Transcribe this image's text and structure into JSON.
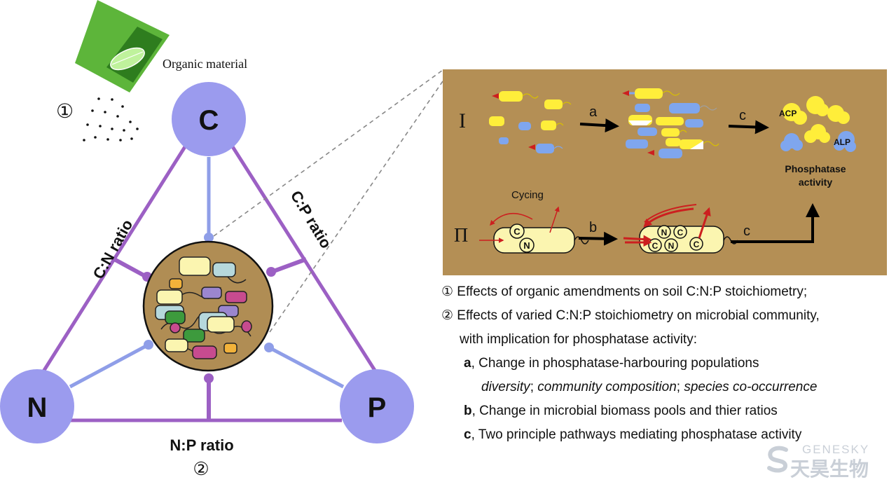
{
  "organic_material_label": "Organic material",
  "marker_1": "①",
  "marker_2": "②",
  "nodes": {
    "c": "C",
    "n": "N",
    "p": "P"
  },
  "ratios": {
    "cn": "C:N ratio",
    "cp": "C:P ratio",
    "np": "N:P ratio"
  },
  "panel": {
    "row_i": "I",
    "row_ii": "Π",
    "arrow_a": "a",
    "arrow_b": "b",
    "arrow_c1": "c",
    "arrow_c2": "c",
    "acp": "ACP",
    "alp": "ALP",
    "phosphatase_line1": "Phosphatase",
    "phosphatase_line2": "activity",
    "cycing": "Cycing",
    "cell1": [
      "C",
      "N"
    ],
    "cell2": [
      "N",
      "C",
      "C",
      "N",
      "C"
    ]
  },
  "legend": {
    "line1": "① Effects of organic amendments on soil C:N:P stoichiometry;",
    "line2": "② Effects of varied C:N:P stoichiometry on microbial community,",
    "line3": "with implication for phosphatase activity:",
    "a_key": "a",
    "a_text": ", Change in phosphatase-harbouring populations",
    "diversity": "diversity",
    "composition": "community composition",
    "cooccurrence": "species co-occurrence",
    "sep": "; ",
    "b_key": "b",
    "b_text": ", Change in microbial biomass pools and thier ratios",
    "c_key": "c",
    "c_text": ", Two principle pathways mediating phosphatase activity"
  },
  "logo": {
    "en": "GENESKY",
    "cn": "天昊生物"
  },
  "colors": {
    "node": "#9b9bee",
    "edge": "#9c60c4",
    "spoke": "#8f9ee8",
    "soil": "#b08d54",
    "panel_bg": "#b48f55",
    "leaf_bag": "#5db53a",
    "arrow_red": "#cc1f1f",
    "cell_yellow": "#ffee3a",
    "cell_blue": "#7fa6ee",
    "cell_cream": "#fbf5b0"
  }
}
